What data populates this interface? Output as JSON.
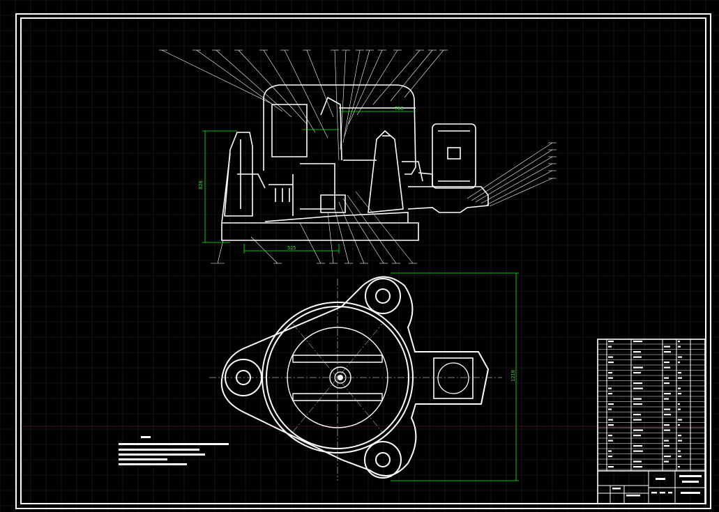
{
  "drawing": {
    "background": "#000000",
    "line_color": "#ffffff",
    "dimension_color": "#00ff00",
    "grid_color": "#2b2b3a",
    "dimensions": {
      "top_width": "788",
      "overall_height": "820",
      "lower_width": "525",
      "plan_height": "1210"
    }
  }
}
